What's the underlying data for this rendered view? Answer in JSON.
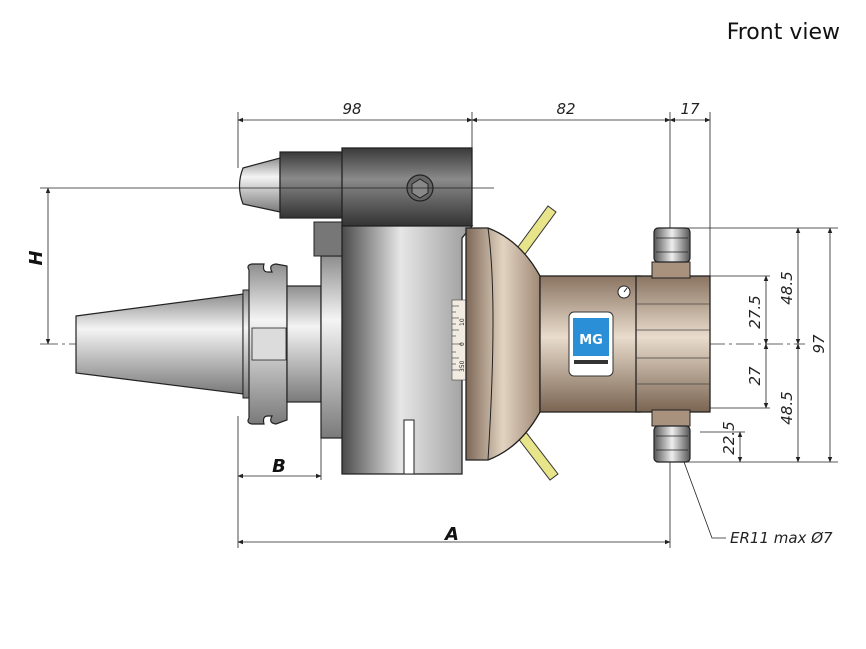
{
  "title": "Front view",
  "dimensions": {
    "top_left": "98",
    "top_mid": "82",
    "top_right": "17",
    "right_upper_outer": "48.5",
    "right_upper_inner": "27.5",
    "right_total": "97",
    "right_lower_inner": "27",
    "right_lower_outer": "48.5",
    "right_collet": "22.5",
    "height_label": "H",
    "b_label": "B",
    "a_label": "A"
  },
  "callout": "ER11 max Ø7",
  "scale_marks": [
    "10",
    "0",
    "350"
  ],
  "colors": {
    "body_dark": "#5a5a5a",
    "bronze": "#b8a48e",
    "shank": "#c8c8c8",
    "arrow_yellow": "#e8e48a"
  }
}
